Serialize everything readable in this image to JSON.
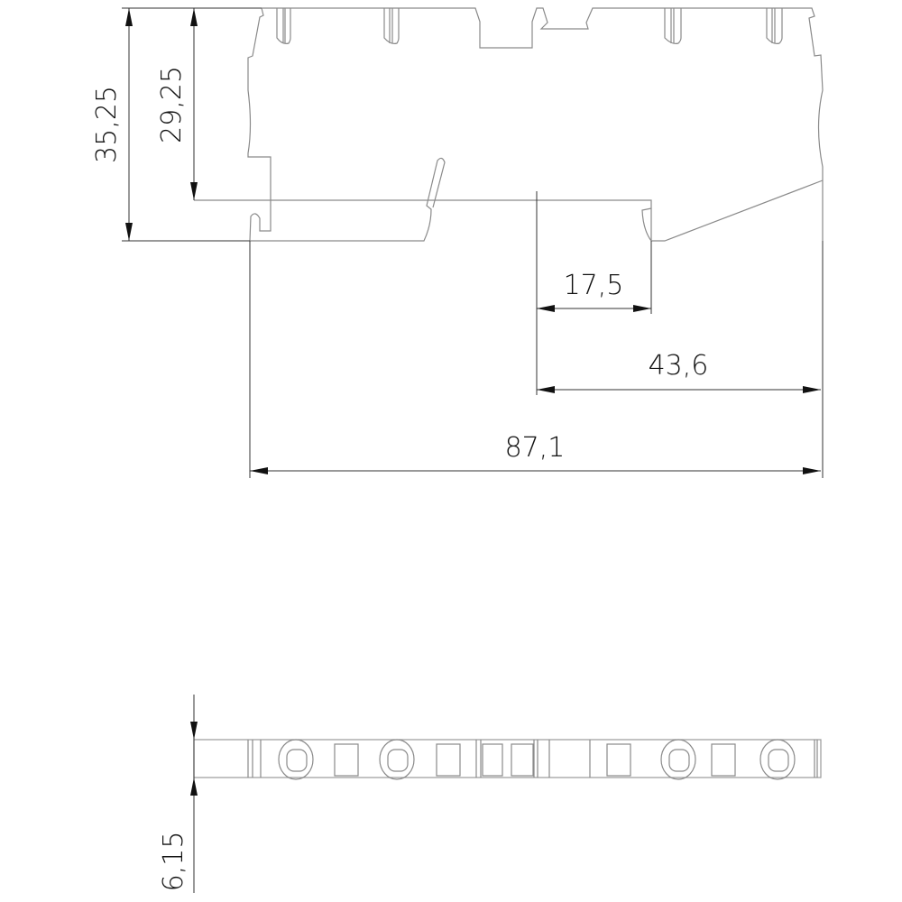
{
  "drawing": {
    "dimensions": {
      "overall_height": "35,25",
      "rail_height": "29,25",
      "offset_small": "17,5",
      "offset_mid": "43,6",
      "overall_length": "87,1",
      "thickness": "6,15"
    },
    "line_color": "#8a8a8a",
    "dimension_color": "#333333"
  }
}
